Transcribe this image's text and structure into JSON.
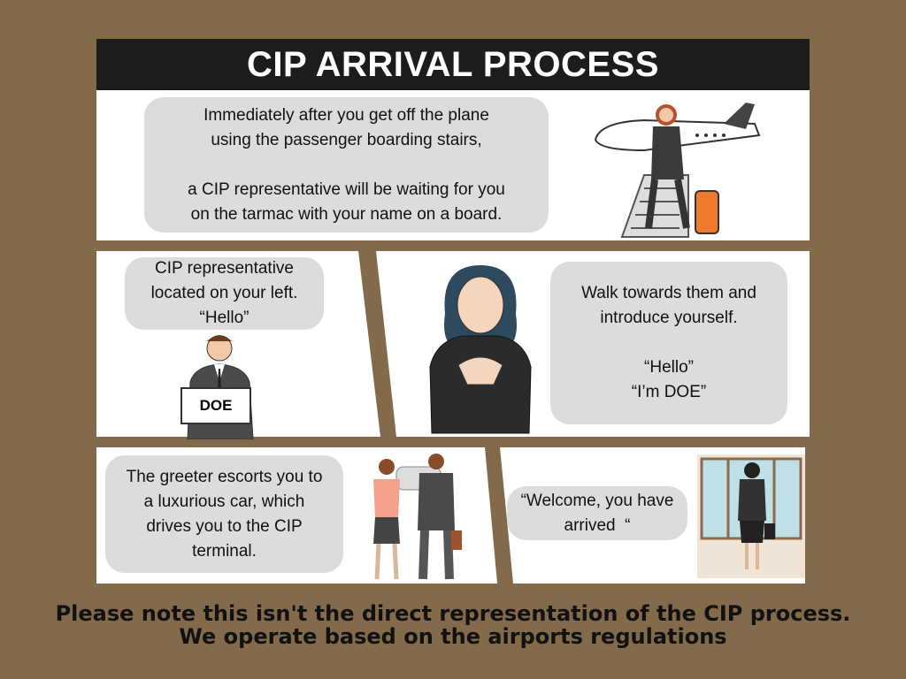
{
  "title": "CIP ARRIVAL PROCESS",
  "steps": [
    {
      "lines": [
        "Immediately after you get off the plane",
        "using the passenger boarding stairs,",
        "",
        "a CIP representative will be waiting for you",
        "on the tarmac with your name on a board."
      ]
    },
    {
      "lines": [
        "CIP representative",
        "located on your left.",
        "“Hello”"
      ],
      "sign": "DOE"
    },
    {
      "lines": [
        "Walk towards them and",
        "introduce yourself.",
        "",
        "“Hello”",
        "“I’m DOE”"
      ]
    },
    {
      "lines": [
        "The greeter escorts you to",
        "a luxurious car, which",
        "drives you to the CIP",
        "terminal."
      ]
    },
    {
      "lines": [
        "“Welcome, you have",
        "arrived  “"
      ]
    }
  ],
  "footer": [
    "Please note this isn't the direct representation of the CIP process.",
    "We operate based on the airports regulations"
  ],
  "colors": {
    "background": "#836a4b",
    "title_bar": "#1c1c1c",
    "bubble": "#dcdcdc"
  }
}
